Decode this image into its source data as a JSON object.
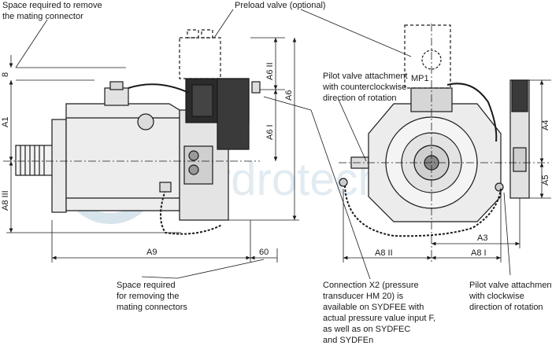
{
  "callouts": {
    "space_top_line1": "Space required to remove",
    "space_top_line2": "the mating connector",
    "preload_valve": "Preload valve (optional)",
    "pilot_ccw_line1": "Pilot valve attachment",
    "pilot_ccw_line2": "with counterclockwise",
    "pilot_ccw_line3": "direction of rotation",
    "space_bottom_line1": "Space required",
    "space_bottom_line2": "for removing the",
    "space_bottom_line3": "mating connectors",
    "connection_line1": "Connection X2 (pressure",
    "connection_line2": "transducer HM 20) is",
    "connection_line3": "available on SYDFEE with",
    "connection_line4": "actual pressure value input F,",
    "connection_line5": "as well as on SYDFEC",
    "connection_line6": "and SYDFEn",
    "pilot_cw_line1": "Pilot valve attachment",
    "pilot_cw_line2": "with clockwise",
    "pilot_cw_line3": "direction of rotation"
  },
  "dimensions": {
    "d8": "8",
    "a1": "A1",
    "a8iii": "A8 III",
    "a6ii": "A6 II",
    "a6": "A6",
    "a6i": "A6 I",
    "a9": "A9",
    "d60": "60",
    "mp1": "MP1",
    "a4": "A4",
    "a5": "A5",
    "a3": "A3",
    "a8ii": "A8 II",
    "a8i": "A8 I"
  },
  "watermark": "hydrotech"
}
